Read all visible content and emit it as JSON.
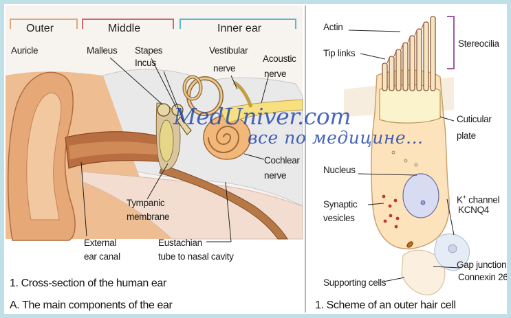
{
  "left_panel": {
    "headers": {
      "outer": "Outer",
      "middle": "Middle",
      "inner": "Inner ear"
    },
    "labels": {
      "auricle": "Auricle",
      "malleus": "Malleus",
      "stapes": "Stapes",
      "incus": "Incus",
      "vestibular_1": "Vestibular",
      "vestibular_2": "nerve",
      "acoustic_1": "Acoustic",
      "acoustic_2": "nerve",
      "cochlear_1": "Cochlear",
      "cochlear_2": "nerve",
      "tympanic_1": "Tympanic",
      "tympanic_2": "membrane",
      "external_1": "External",
      "external_2": "ear canal",
      "eustachian_1": "Eustachian",
      "eustachian_2": "tube to nasal cavity"
    },
    "caption_1": "1. Cross-section of the human ear",
    "caption_2": "A. The main components of the ear"
  },
  "right_panel": {
    "labels": {
      "actin": "Actin",
      "tip_links": "Tip links",
      "stereocilia": "Stereocilia",
      "cuticular_1": "Cuticular",
      "cuticular_2": "plate",
      "nucleus": "Nucleus",
      "k_channel_1": "K",
      "k_channel_sup": "+",
      "k_channel_2": " channel",
      "kcnq4": "KCNQ4",
      "synaptic_1": "Synaptic",
      "synaptic_2": "vesicles",
      "gap_junction": "Gap junction",
      "connexin": "Connexin 26",
      "supporting": "Supporting cells"
    },
    "caption": "1. Scheme of an outer hair cell"
  },
  "watermark": {
    "line1": "MedUniver.com",
    "line2": "все по медицине..."
  },
  "colors": {
    "outer_bracket": "#e0a878",
    "middle_bracket": "#c86a6a",
    "inner_bracket": "#58b8d0",
    "stereocilia_bracket": "#9a5aa0",
    "skin": "#e8b488",
    "canal": "#c07848",
    "bone": "#ececec",
    "cell": "#fbe0b8",
    "watermark": "#1e3caa"
  }
}
